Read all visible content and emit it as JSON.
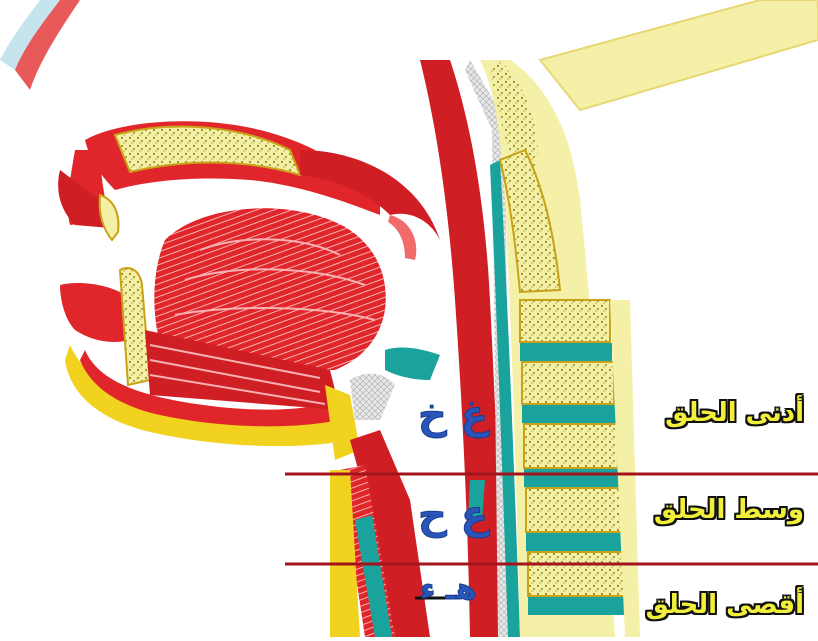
{
  "zones": [
    {
      "label": "أدنى الحلق",
      "letters": "غ خ"
    },
    {
      "label": "وسط الحلق",
      "letters": "ع ح"
    },
    {
      "label": "أقصى الحلق",
      "letters": "هـ ء"
    }
  ],
  "colors": {
    "muscle": "#e0262b",
    "muscle_light": "#f26b6b",
    "bone": "#f4f0a8",
    "bone_speckle": "#a69a2a",
    "fat": "#f1d21f",
    "disc": "#1aa39c",
    "divider": "#a3131c",
    "label_fill": "#f2ef3a",
    "letter": "#2a55b8"
  }
}
